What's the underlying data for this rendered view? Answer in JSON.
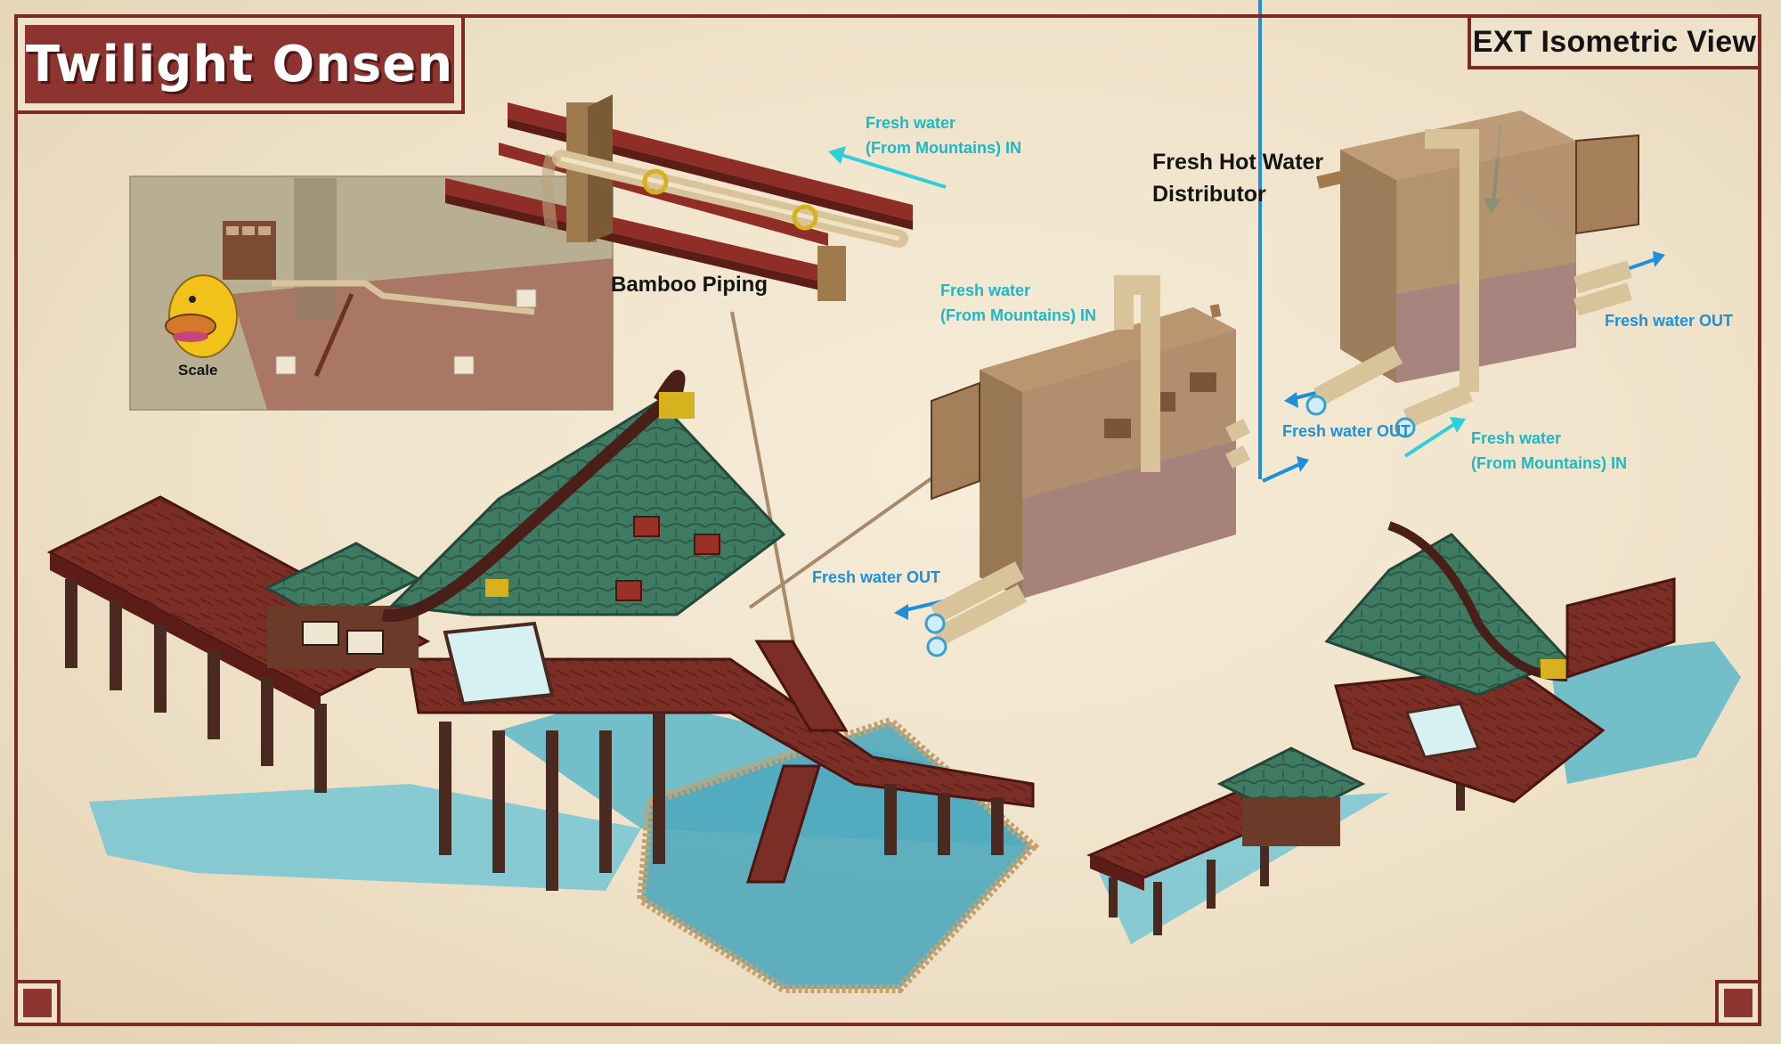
{
  "title": "Twilight Onsen",
  "view_label": "EXT Isometric View",
  "labels": {
    "bamboo_piping": "Bamboo Piping",
    "distributor": [
      "Fresh Hot Water",
      "Distributor"
    ],
    "scale": "Scale",
    "fresh_in_top": [
      "Fresh water",
      "(From Mountains) IN"
    ],
    "fresh_in_mid": [
      "Fresh water",
      "(From Mountains) IN"
    ],
    "fresh_in_right": [
      "Fresh water",
      "(From Mountains) IN"
    ],
    "fresh_out_left": "Fresh water OUT",
    "fresh_out_mid": "Fresh water OUT",
    "fresh_out_right": "Fresh water OUT"
  },
  "colors": {
    "frame": "#7c2a26",
    "title_bg": "#8d3431",
    "roof": "#3f7a62",
    "deck": "#7a2e25",
    "water": "#5cb7c9",
    "cyan_label": "#1db8c6",
    "blue_label": "#1e90d8",
    "box": "#a57e5a",
    "bamboo": "#d9c39a"
  },
  "icons": [
    "star-icon",
    "arrow-icon"
  ]
}
